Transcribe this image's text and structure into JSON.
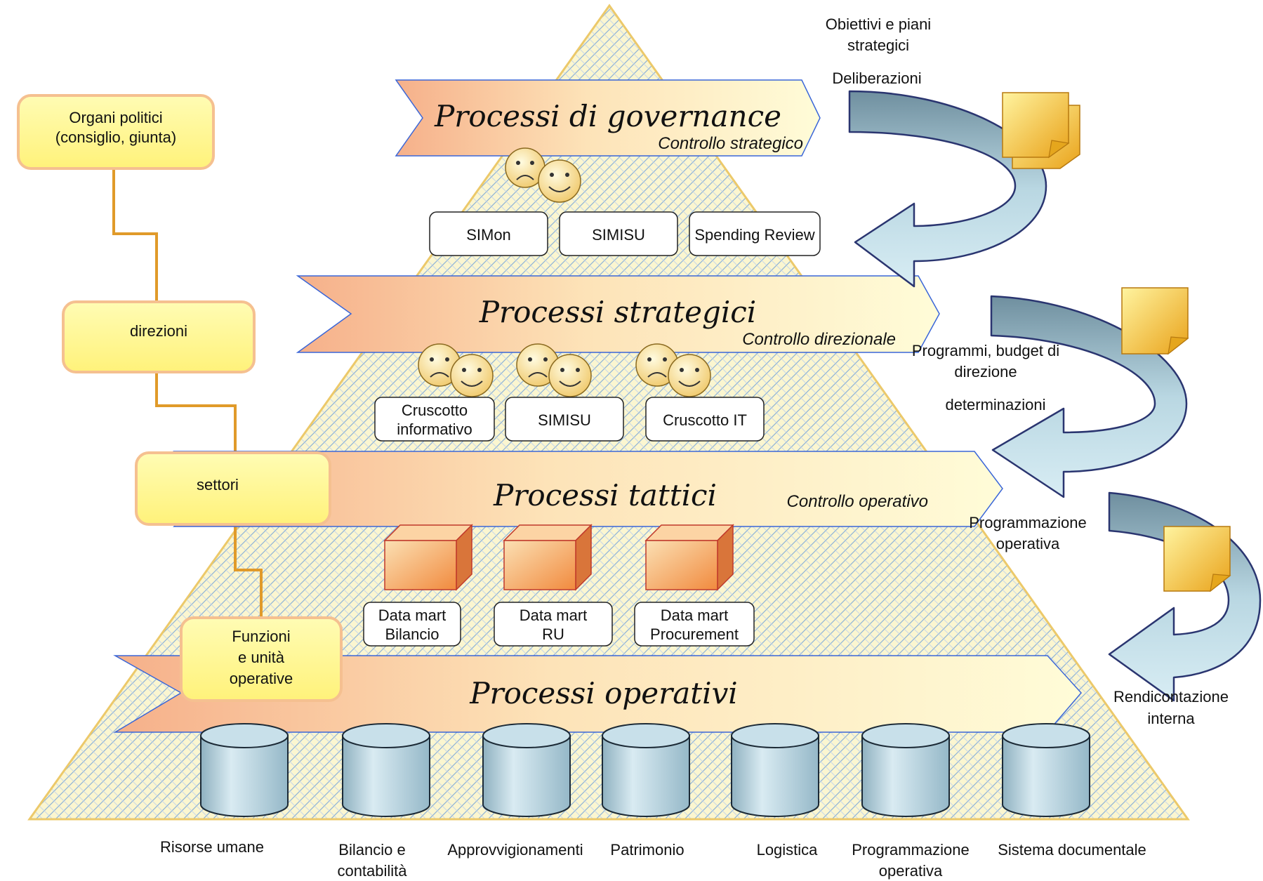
{
  "org": {
    "organi_line1": "Organi politici",
    "organi_line2": "(consiglio, giunta)",
    "direzioni": "direzioni",
    "settori": "settori",
    "funzioni_line1": "Funzioni",
    "funzioni_line2": "e unità",
    "funzioni_line3": "operative"
  },
  "bands": {
    "governance": {
      "title": "Processi di governance",
      "sub": "Controllo strategico"
    },
    "strategici": {
      "title": "Processi strategici",
      "sub": "Controllo direzionale"
    },
    "tattici": {
      "title": "Processi tattici",
      "sub": "Controllo operativo"
    },
    "operativi": {
      "title": "Processi operativi"
    }
  },
  "systems_governance": [
    "SIMon",
    "SIMISU",
    "Spending Review"
  ],
  "systems_strategici": {
    "cruscotto_info_line1": "Cruscotto",
    "cruscotto_info_line2": "informativo",
    "simisu": "SIMISU",
    "cruscotto_it": "Cruscotto IT"
  },
  "datamarts": {
    "bilancio_line1": "Data mart",
    "bilancio_line2": "Bilancio",
    "ru_line1": "Data mart",
    "ru_line2": "RU",
    "procurement_line1": "Data mart",
    "procurement_line2": "Procurement"
  },
  "databases": {
    "risorse": "Risorse umane",
    "bilancio_line1": "Bilancio e",
    "bilancio_line2": "contabilità",
    "approvvigionamenti": "Approvvigionamenti",
    "patrimonio": "Patrimonio",
    "logistica": "Logistica",
    "programmazione_line1": "Programmazione",
    "programmazione_line2": "operativa",
    "documentale": "Sistema documentale"
  },
  "flows": {
    "obiettivi_line1": "Obiettivi e piani",
    "obiettivi_line2": "strategici",
    "deliberazioni": "Deliberazioni",
    "programmi_line1": "Programmi, budget di",
    "programmi_line2": "direzione",
    "determinazioni": "determinazioni",
    "programmazione_line1": "Programmazione",
    "programmazione_line2": "operativa",
    "rendicontazione_line1": "Rendicontazione",
    "rendicontazione_line2": "interna"
  },
  "colors": {
    "pyramid_fill": "#fbf3c4",
    "pyramid_stroke": "#e8c45a",
    "band_start": "#f6b48a",
    "band_end": "#fffbd4",
    "band_stroke": "#3a66d8",
    "org_fill": "#fff799",
    "org_stroke": "#f7c48f",
    "connector": "#e09a2a",
    "cylinder_fill": "#b6d4e0",
    "arrow_fill": "#a6c6d4",
    "arrow_stroke": "#2a3570",
    "doc_fill": "#f9c23c",
    "cube_fill": "#f39556"
  }
}
